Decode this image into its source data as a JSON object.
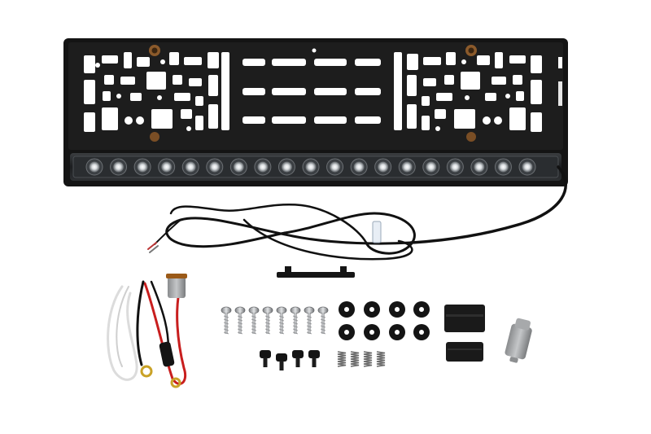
{
  "scene": {
    "background": "#ffffff",
    "frame_color": "#141414",
    "led_count": 19,
    "screw_count": 8,
    "washer_count": 8,
    "bolt_count": 4,
    "spring_count": 4
  },
  "icons": {
    "frame": "license-plate-frame-icon",
    "led_bar": "led-light-bar-icon",
    "cable": "power-cable-icon",
    "harness": "wiring-harness-icon"
  }
}
